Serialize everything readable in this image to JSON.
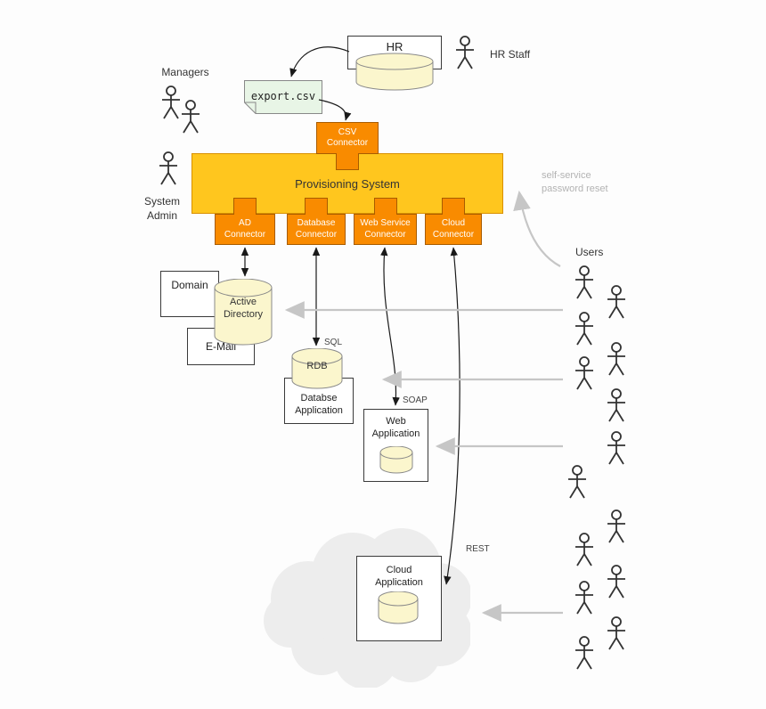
{
  "labels": {
    "hr": "HR",
    "hr_staff": "HR Staff",
    "managers": "Managers",
    "system_admin": "System Admin",
    "users": "Users",
    "export_csv": "export.csv",
    "csv_connector": "CSV Connector",
    "provisioning_system": "Provisioning System",
    "ad_connector": "AD Connector",
    "database_connector": "Database Connector",
    "web_service_connector": "Web Service Connector",
    "cloud_connector": "Cloud Connector",
    "domain": "Domain",
    "active_directory": "Active Directory",
    "email": "E-Mail",
    "rdb": "RDB",
    "database_application": "Databse Application",
    "web_application": "Web Application",
    "cloud_application": "Cloud Application",
    "sql": "SQL",
    "soap": "SOAP",
    "rest": "REST",
    "self_service": "self-service password reset"
  },
  "colors": {
    "provisioning_fill": "#ffc61e",
    "provisioning_border": "#d99000",
    "connector_fill": "#f98b00",
    "connector_border": "#a85c00",
    "cylinder_fill": "#fbf6cd",
    "cylinder_border": "#8a8a8a",
    "note_fill": "#e8f5e6",
    "note_border": "#888888",
    "cloud_fill": "#ededed",
    "gray_arrow": "#c6c6c6"
  }
}
